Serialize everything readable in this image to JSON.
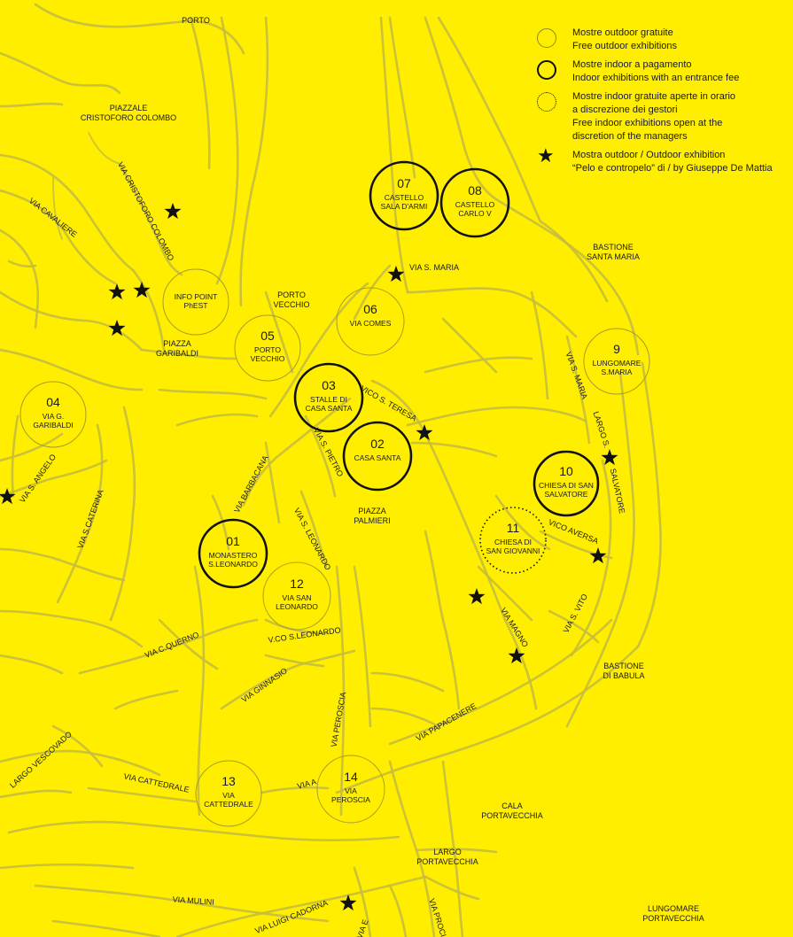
{
  "legend": {
    "free_outdoor": {
      "it": "Mostre outdoor gratuite",
      "en": "Free outdoor exhibitions"
    },
    "paid_indoor": {
      "it": "Mostre indoor a pagamento",
      "en": "Indoor exhibitions with an entrance fee"
    },
    "free_indoor": {
      "lines": [
        "Mostre indoor gratuite aperte in orario",
        "a discrezione dei gestori",
        "Free indoor exhibitions open at the",
        "discretion of the managers"
      ]
    },
    "outdoor_star": {
      "lines": [
        "Mostra outdoor / Outdoor exhibition",
        "“Pelo e contropelo” di / by Giuseppe De Mattia"
      ]
    },
    "icons": {
      "free_outdoor": "thin-circle-icon",
      "paid_indoor": "bold-circle-icon",
      "free_indoor": "dotted-circle-icon",
      "outdoor_star": "star-icon"
    }
  },
  "colors": {
    "background": "#FFEE00",
    "roads": "#C6BC3C",
    "ink": "#111111"
  },
  "places": [
    {
      "id": "porto",
      "lines": [
        "PORTO"
      ]
    },
    {
      "id": "piazzale-colombo",
      "lines": [
        "PIAZZALE",
        "CRISTOFORO COLOMBO"
      ]
    },
    {
      "id": "porto-vecchio",
      "lines": [
        "PORTO",
        "VECCHIO"
      ]
    },
    {
      "id": "piazza-garibaldi",
      "lines": [
        "PIAZZA",
        "GARIBALDI"
      ]
    },
    {
      "id": "piazza-palmieri",
      "lines": [
        "PIAZZA",
        "PALMIERI"
      ]
    },
    {
      "id": "bastione-santa-maria",
      "lines": [
        "BASTIONE",
        "SANTA MARIA"
      ]
    },
    {
      "id": "bastione-babula",
      "lines": [
        "BASTIONE",
        "DI BABULA"
      ]
    },
    {
      "id": "cala-portavecchia",
      "lines": [
        "CALA",
        "PORTAVECCHIA"
      ]
    },
    {
      "id": "largo-portavecchia",
      "lines": [
        "LARGO",
        "PORTAVECCHIA"
      ]
    },
    {
      "id": "lungomare",
      "lines": [
        "LUNGOMARE",
        "PORTAVECCHIA"
      ]
    }
  ],
  "streets": [
    {
      "id": "cristoforo-colombo",
      "text": "VIA CRISTOFORO COLOMBO"
    },
    {
      "id": "cavaliere",
      "text": "VIA CAVALIERE"
    },
    {
      "id": "s-maria-top",
      "text": "VIA S. MARIA"
    },
    {
      "id": "s-teresa",
      "text": "VICO S. TERESA"
    },
    {
      "id": "s-pietro",
      "text": "VIA S. PIETRO"
    },
    {
      "id": "barbacana",
      "text": "VIA BARBACANA"
    },
    {
      "id": "s-angelo",
      "text": "VIA S. ANGELO"
    },
    {
      "id": "s-caterina",
      "text": "VIA S.CATERINA"
    },
    {
      "id": "s-leonardo",
      "text": "VIA S. LEONARDO"
    },
    {
      "id": "c-querno",
      "text": "VIA C.QUERNO"
    },
    {
      "id": "vco-s-leonardo",
      "text": "V.CO S.LEONARDO"
    },
    {
      "id": "ginnasio",
      "text": "VIA GINNASIO"
    },
    {
      "id": "peroscia",
      "text": "VIA PEROSCIA"
    },
    {
      "id": "papacenere",
      "text": "VIA PAPACENERE"
    },
    {
      "id": "largo-vescovado",
      "text": "LARGO VESCOVADO"
    },
    {
      "id": "cattedrale",
      "text": "VIA CATTEDRALE"
    },
    {
      "id": "via-a",
      "text": "VIA A"
    },
    {
      "id": "mulini",
      "text": "VIA MULINI"
    },
    {
      "id": "cadorna",
      "text": "VIA LUIGI CADORNA"
    },
    {
      "id": "via-e",
      "text": "VIA E"
    },
    {
      "id": "via-p",
      "text": "VIA PROCIA"
    },
    {
      "id": "magno",
      "text": "VIA MAGNO"
    },
    {
      "id": "s-vito",
      "text": "VIA S. VITO"
    },
    {
      "id": "vico-aversa",
      "text": "VICO AVERSA"
    },
    {
      "id": "s-maria-right",
      "text": "VIA S. MARIA"
    },
    {
      "id": "largo-s-salvatore-a",
      "text": "LARGO S."
    },
    {
      "id": "largo-s-salvatore-b",
      "text": "SALVATORE"
    }
  ],
  "exhibitions": [
    {
      "id": "01",
      "num": "01",
      "type": "paid",
      "lines": [
        "MONASTERO",
        "S.LEONARDO"
      ]
    },
    {
      "id": "02",
      "num": "02",
      "type": "paid",
      "lines": [
        "CASA SANTA"
      ]
    },
    {
      "id": "03",
      "num": "03",
      "type": "paid",
      "lines": [
        "STALLE DI",
        "CASA SANTA"
      ]
    },
    {
      "id": "04",
      "num": "04",
      "type": "free",
      "lines": [
        "VIA G.",
        "GARIBALDI"
      ]
    },
    {
      "id": "05",
      "num": "05",
      "type": "free",
      "lines": [
        "PORTO",
        "VECCHIO"
      ]
    },
    {
      "id": "06",
      "num": "06",
      "type": "free",
      "lines": [
        "VIA COMES"
      ]
    },
    {
      "id": "07",
      "num": "07",
      "type": "paid",
      "lines": [
        "CASTELLO",
        "SALA D'ARMI"
      ]
    },
    {
      "id": "08",
      "num": "08",
      "type": "paid",
      "lines": [
        "CASTELLO",
        "CARLO V"
      ]
    },
    {
      "id": "09",
      "num": "9",
      "type": "free",
      "lines": [
        "LUNGOMARE",
        "S.MARIA"
      ]
    },
    {
      "id": "10",
      "num": "10",
      "type": "paid",
      "lines": [
        "CHIESA DI SAN",
        "SALVATORE"
      ]
    },
    {
      "id": "11",
      "num": "11",
      "type": "discretion",
      "lines": [
        "CHIESA DI",
        "SAN GIOVANNI"
      ]
    },
    {
      "id": "12",
      "num": "12",
      "type": "free",
      "lines": [
        "VIA SAN",
        "LEONARDO"
      ]
    },
    {
      "id": "13",
      "num": "13",
      "type": "free",
      "lines": [
        "VIA",
        "CATTEDRALE"
      ]
    },
    {
      "id": "14",
      "num": "14",
      "type": "free",
      "lines": [
        "VIA",
        "PEROSCIA"
      ]
    },
    {
      "id": "info",
      "num": "",
      "type": "free",
      "lines": [
        "INFO POINT",
        "PhEST"
      ]
    }
  ],
  "star_count": 13
}
